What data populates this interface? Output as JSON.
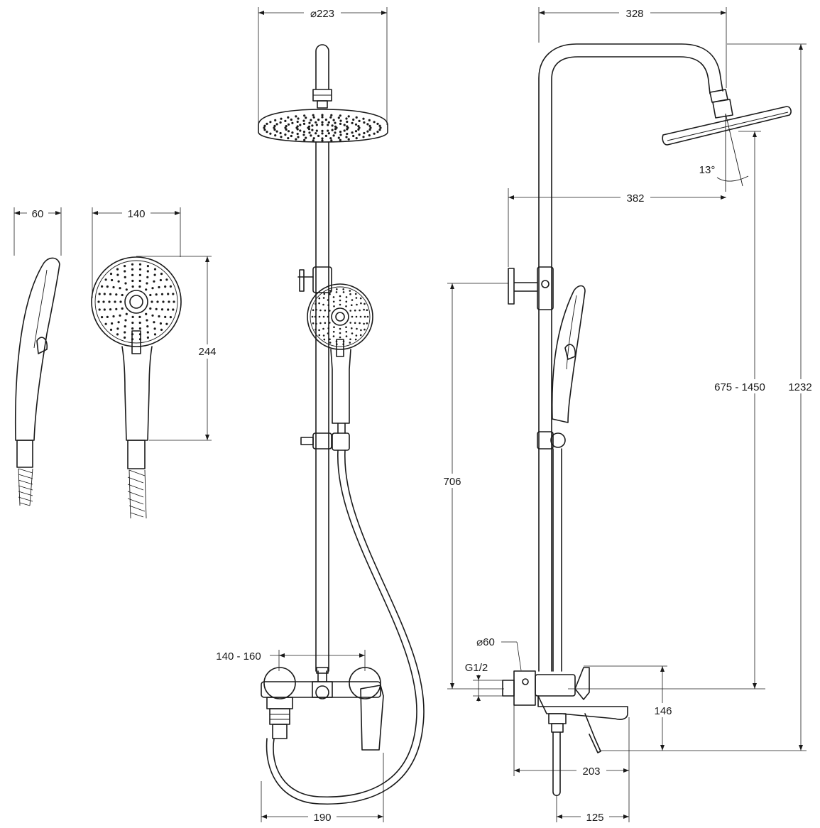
{
  "dimensions": {
    "head_diameter": "⌀223",
    "arm_reach": "328",
    "handshower_depth": "60",
    "handshower_width": "140",
    "handshower_length": "244",
    "head_projection": "382",
    "head_tilt": "13°",
    "height_range": "675 - 1450",
    "total_height": "1232",
    "holder_height": "706",
    "mixer_centers": "140 - 160",
    "flange_diameter": "⌀60",
    "thread": "G1/2",
    "mixer_height": "146",
    "mixer_depth": "203",
    "spout_reach": "125",
    "mixer_width": "190"
  }
}
